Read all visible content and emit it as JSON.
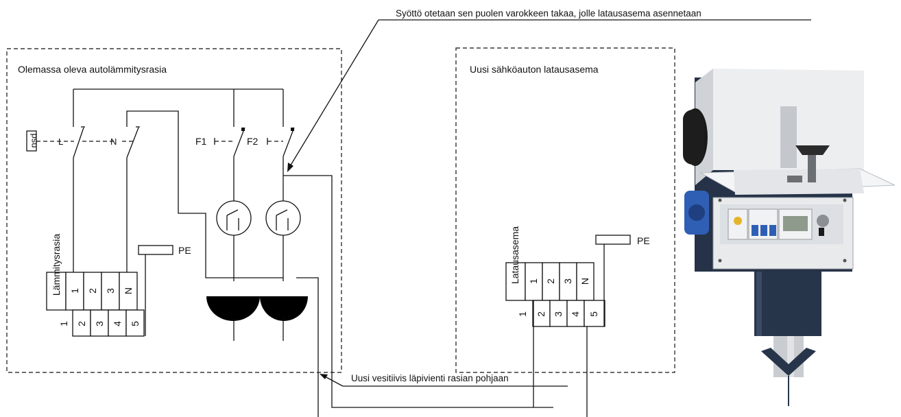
{
  "annotations": {
    "top_note": "Syöttö otetaan sen puolen varokkeen takaa, jolle latausasema asennetaan",
    "bottom_note": "Uusi vesitiivis läpivienti rasian pohjaan"
  },
  "left_box": {
    "title": "Olemassa oleva autolämmitysrasia",
    "psu_label": "psu",
    "switch_l": "L",
    "switch_n": "N",
    "fuse1": "F1",
    "fuse2": "F2",
    "terminal_label": "Lämmitysrasia",
    "terminal_upper": [
      "1",
      "2",
      "3",
      "N"
    ],
    "terminal_lower": [
      "1",
      "2",
      "3",
      "4",
      "5"
    ],
    "pe_label": "PE"
  },
  "right_box": {
    "title": "Uusi sähköauton latausasema",
    "terminal_label": "Latausasema",
    "terminal_upper": [
      "1",
      "2",
      "3",
      "N"
    ],
    "terminal_lower": [
      "1",
      "2",
      "3",
      "4",
      "5"
    ],
    "pe_label": "PE"
  },
  "photo": {
    "subject": "charging-station-photo",
    "colors": {
      "housing": "#e9eaec",
      "back_panel": "#263247",
      "pole": "#27354a",
      "socket_blue": "#2f5fb5",
      "socket_black": "#1a1a1a",
      "leg": "#c9ccd0"
    }
  }
}
